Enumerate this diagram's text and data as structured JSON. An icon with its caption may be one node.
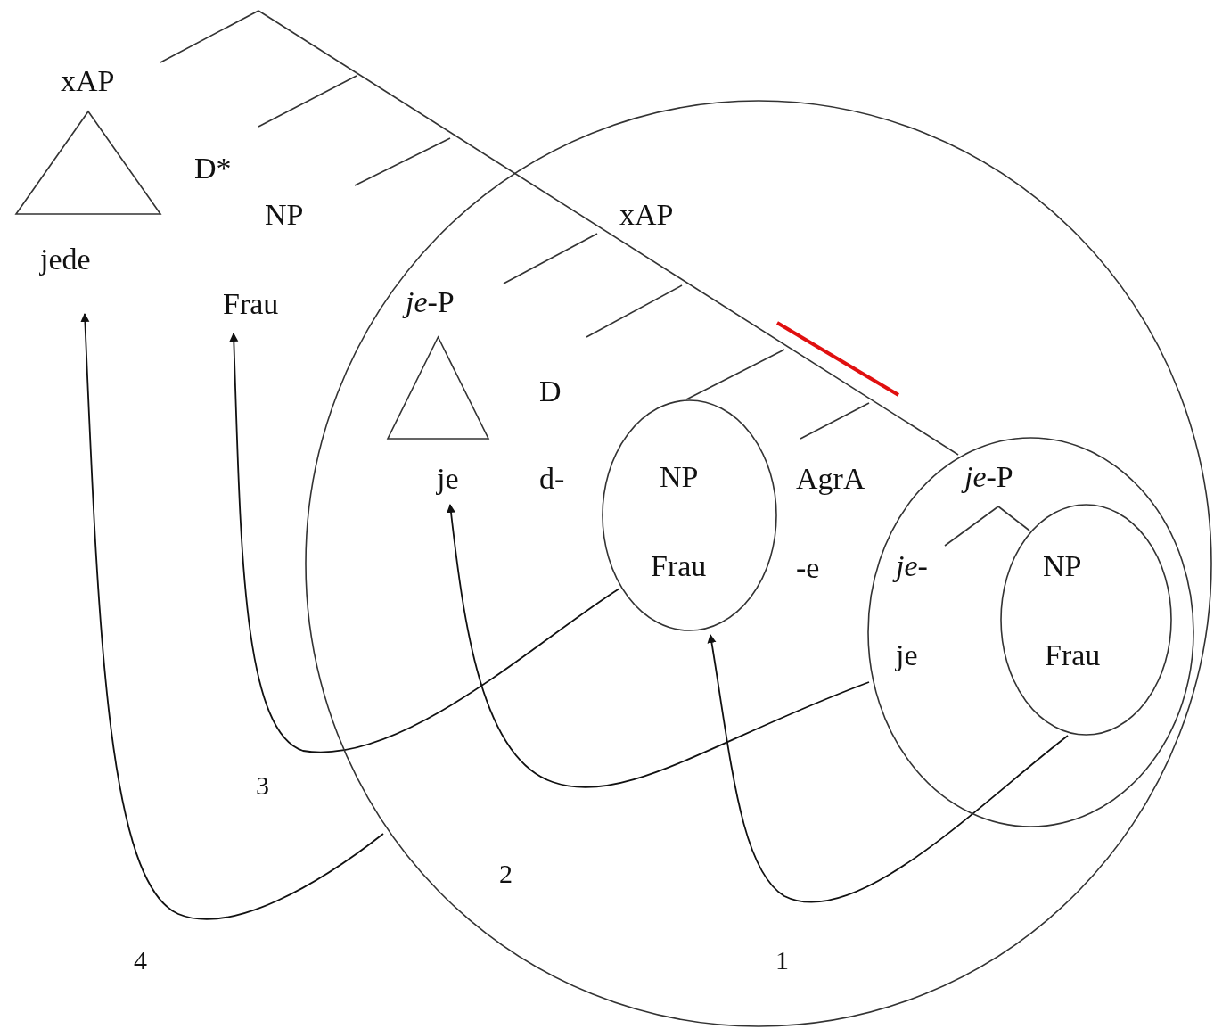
{
  "diagram": {
    "nodes": [
      {
        "text": [
          "xAP",
          "jede"
        ]
      },
      {
        "text": [
          "NP",
          "Frau"
        ]
      },
      {
        "text": [],
        "shape": "circle"
      },
      {
        "text": [
          "*je*-P",
          "je"
        ],
        "in": 2
      },
      {
        "text": [
          "NP",
          "Frau"
        ],
        "in": 2
      },
      {
        "text": [
          "*je*-P",
          "*je*-",
          "je"
        ],
        "in": 2
      },
      {
        "text": [
          "NP",
          "Frau"
        ],
        "in": 5
      }
    ],
    "edges": [
      {
        "from": 6,
        "to": 4,
        "arrow": "to",
        "label": "1"
      },
      {
        "from": 5,
        "to": 3,
        "arrow": "to",
        "label": "2"
      },
      {
        "from": 4,
        "to": 1,
        "arrow": "to",
        "label": "3"
      },
      {
        "from": 2,
        "to": 0,
        "arrow": "to",
        "label": "4"
      }
    ],
    "labels": [
      "D*",
      "xAP",
      "D",
      "d-",
      "AgrA",
      "-e"
    ]
  }
}
